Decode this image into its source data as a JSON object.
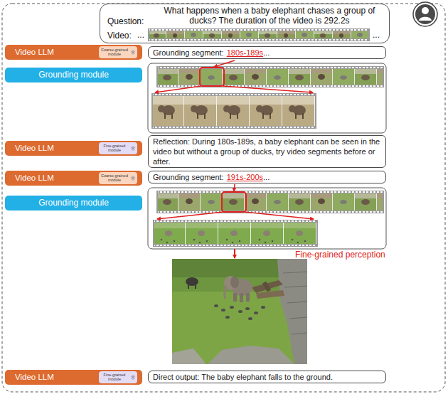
{
  "diagram": {
    "nodes": [
      {
        "text": [
          "Question:",
          "What happens when a baby elephant chases a group of ducks? The duration of the video is 292.2s",
          "Video:"
        ]
      },
      {
        "text": [
          "Video LLM"
        ]
      },
      {
        "text": [
          "Coarse-grained module"
        ],
        "in": 1
      },
      {
        "text": [
          "Grounding segment:",
          "180s-189s",
          "..."
        ]
      },
      {
        "text": [
          "Grounding module"
        ]
      },
      {
        "text": [
          "Video LLM"
        ]
      },
      {
        "text": [
          "Fine-grained module"
        ],
        "in": 5
      },
      {
        "text": [
          "Reflection: During 180s-189s, a baby elephant can be seen in the video but without a group of ducks, try video segments before or after."
        ]
      },
      {
        "text": [
          "Video LLM"
        ]
      },
      {
        "text": [
          "Coarse-grained module"
        ],
        "in": 8
      },
      {
        "text": [
          "Grounding segment:",
          "191s-200s",
          "..."
        ]
      },
      {
        "text": [
          "Grounding module"
        ]
      },
      {
        "text": [
          "Video LLM"
        ]
      },
      {
        "text": [
          "Fine-grained module"
        ],
        "in": 12
      },
      {
        "text": [
          "Direct output: The baby elephant falls to the ground."
        ]
      }
    ],
    "labels": [
      "...",
      "...",
      "Fine-grained perception"
    ]
  }
}
